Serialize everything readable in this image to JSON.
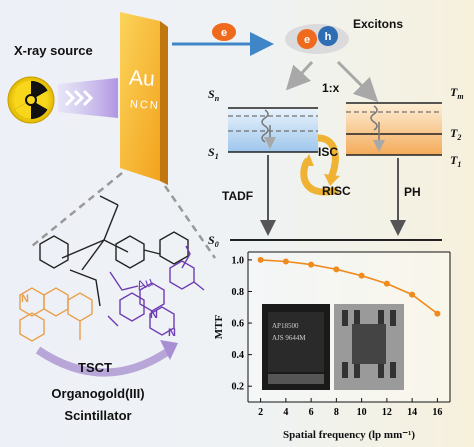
{
  "source": {
    "label": "X-ray source"
  },
  "scintillator": {
    "line1": "Au",
    "line2": "NCN"
  },
  "excitons": {
    "label": "Excitons",
    "electron": "e",
    "hole": "h",
    "free_electron": "e"
  },
  "ratio": "1:x",
  "singlet": {
    "sn_main": "S",
    "sn_sub": "n",
    "s1_main": "S",
    "s1_sub": "1",
    "s0_main": "S",
    "s0_sub": "0"
  },
  "triplet": {
    "tm_main": "T",
    "tm_sub": "m",
    "t2_main": "T",
    "t2_sub": "2",
    "t1_main": "T",
    "t1_sub": "1"
  },
  "processes": {
    "isc": "ISC",
    "risc": "RISC",
    "tadf": "TADF",
    "ph": "PH"
  },
  "molecule": {
    "metal": "Au",
    "donor_n": "N",
    "acceptor_n1": "N",
    "acceptor_n2": "N"
  },
  "tsct": "TSCT",
  "caption": {
    "line1": "Organogold(III)",
    "line2": "Scintillator"
  },
  "colors": {
    "singlet_band": "#a9cdee",
    "triplet_band": "#f6b66c",
    "scint_face": "#f6c21c",
    "arrow_blue": "#4a90cf",
    "arrow_orange": "#f0b233",
    "mtf_curve": "#f08a1c",
    "electron": "#ef6a1c",
    "hole": "#2f6db5"
  },
  "chart_data": {
    "type": "line",
    "x": [
      2,
      4,
      6,
      8,
      10,
      12,
      14,
      16
    ],
    "values": [
      1.0,
      0.99,
      0.97,
      0.94,
      0.9,
      0.85,
      0.78,
      0.66
    ],
    "xlabel": "Spatial frequency (lp mm⁻¹)",
    "ylabel": "MTF",
    "xticks": [
      "2",
      "4",
      "6",
      "8",
      "10",
      "12",
      "14",
      "16"
    ],
    "yticks": [
      "0.2",
      "0.4",
      "0.6",
      "0.8",
      "1.0"
    ],
    "xlim": [
      1,
      17
    ],
    "ylim": [
      0.1,
      1.05
    ],
    "grid": false,
    "inset_chip_lines": [
      "AP18500",
      "AJS 9644M"
    ]
  }
}
